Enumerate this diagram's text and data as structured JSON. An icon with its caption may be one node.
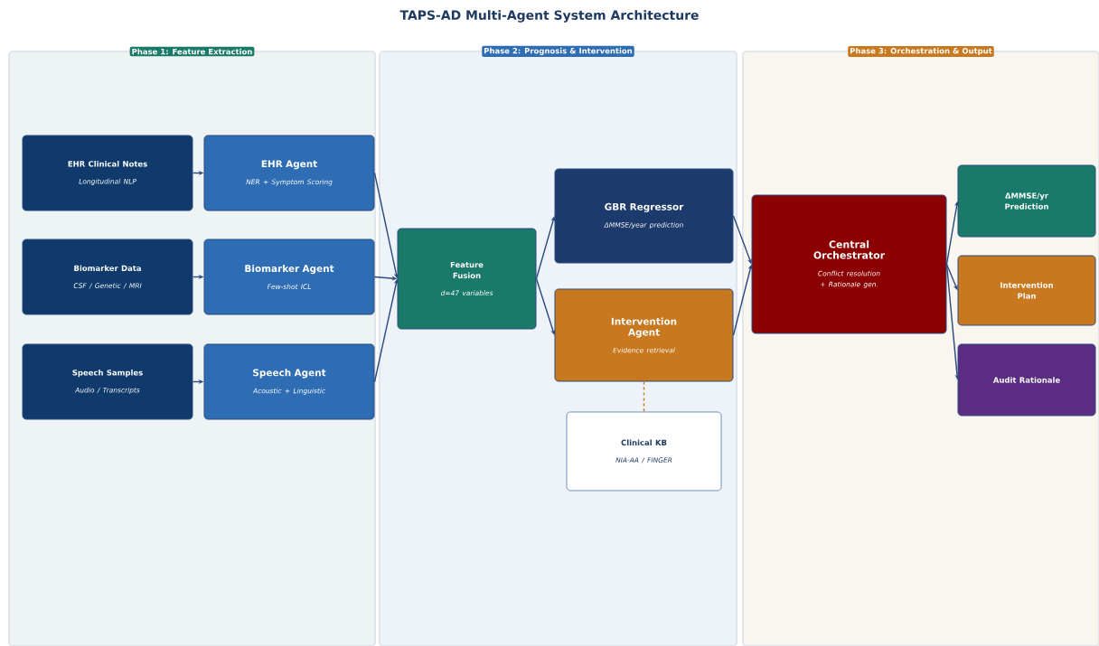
{
  "diagram": {
    "title": "TAPS-AD Multi-Agent System Architecture",
    "nodes": [
      {
        "text": [
          "Phase 1: Feature Extraction"
        ]
      },
      {
        "text": [
          "EHR Clinical Notes",
          "Longitudinal NLP"
        ],
        "in": 0
      },
      {
        "text": [
          "EHR Agent",
          "NER + Symptom Scoring"
        ],
        "in": 0
      },
      {
        "text": [
          "Biomarker Data",
          "CSF / Genetic / MRI"
        ],
        "in": 0
      },
      {
        "text": [
          "Biomarker Agent",
          "Few-shot ICL"
        ],
        "in": 0
      },
      {
        "text": [
          "Speech Samples",
          "Audio / Transcripts"
        ],
        "in": 0
      },
      {
        "text": [
          "Speech Agent",
          "Acoustic + Linguistic"
        ],
        "in": 0
      },
      {
        "text": [
          "Phase 2: Prognosis & Intervention"
        ]
      },
      {
        "text": [
          "Feature Fusion",
          "d=47 variables"
        ],
        "in": 7
      },
      {
        "text": [
          "GBR Regressor",
          "ΔMMSE/year prediction"
        ],
        "in": 7
      },
      {
        "text": [
          "Intervention Agent",
          "Evidence retrieval"
        ],
        "in": 7
      },
      {
        "text": [
          "Clinical KB",
          "NIA-AA / FINGER"
        ],
        "in": 7
      },
      {
        "text": [
          "Phase 3: Orchestration & Output"
        ]
      },
      {
        "text": [
          "Central Orchestrator",
          "Conflict resolution + Rationale gen."
        ],
        "in": 12
      },
      {
        "text": [
          "ΔMMSE/yr Prediction"
        ],
        "in": 12
      },
      {
        "text": [
          "Intervention Plan"
        ],
        "in": 12
      },
      {
        "text": [
          "Audit Rationale"
        ],
        "in": 12
      }
    ],
    "edges": [
      {
        "from": 1,
        "to": 2,
        "arrow": "to"
      },
      {
        "from": 3,
        "to": 4,
        "arrow": "to"
      },
      {
        "from": 5,
        "to": 6,
        "arrow": "to"
      },
      {
        "from": 2,
        "to": 8,
        "arrow": "to"
      },
      {
        "from": 4,
        "to": 8,
        "arrow": "to"
      },
      {
        "from": 6,
        "to": 8,
        "arrow": "to"
      },
      {
        "from": 8,
        "to": 9,
        "arrow": "to"
      },
      {
        "from": 8,
        "to": 10,
        "arrow": "to"
      },
      {
        "from": 9,
        "to": 13,
        "arrow": "to"
      },
      {
        "from": 10,
        "to": 13,
        "arrow": "to"
      },
      {
        "from": 13,
        "to": 14,
        "arrow": "to"
      },
      {
        "from": 13,
        "to": 15,
        "arrow": "to"
      },
      {
        "from": 13,
        "to": 16,
        "arrow": "to"
      },
      {
        "from": 10,
        "to": 11,
        "arrow": "none",
        "style": "dashed",
        "color": "#c8781e"
      }
    ]
  }
}
